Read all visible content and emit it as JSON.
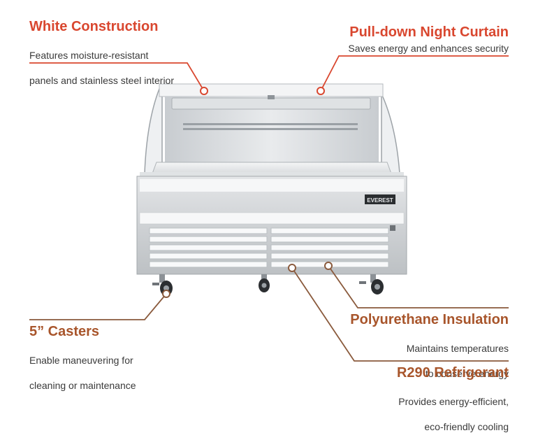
{
  "colors": {
    "accent_red": "#d9472f",
    "accent_brown": "#a8552b",
    "leader_red": "#d9472f",
    "leader_brown": "#8a5a3c",
    "text_body": "#3a3a3a"
  },
  "brand_badge": "EVEREST",
  "callouts": {
    "white_construction": {
      "title": "White Construction",
      "desc_line1": "Features moisture-resistant",
      "desc_line2": "panels and stainless steel interior"
    },
    "night_curtain": {
      "title": "Pull-down Night Curtain",
      "desc": "Saves energy and enhances security"
    },
    "casters": {
      "title": "5” Casters",
      "desc_line1": "Enable maneuvering for",
      "desc_line2": "cleaning or maintenance"
    },
    "insulation": {
      "title": "Polyurethane Insulation",
      "desc_line1": "Maintains temperatures",
      "desc_line2": "to conserve energy"
    },
    "refrigerant": {
      "title": "R290 Refrigerant",
      "desc_line1": "Provides energy-efficient,",
      "desc_line2": "eco-friendly cooling"
    }
  }
}
